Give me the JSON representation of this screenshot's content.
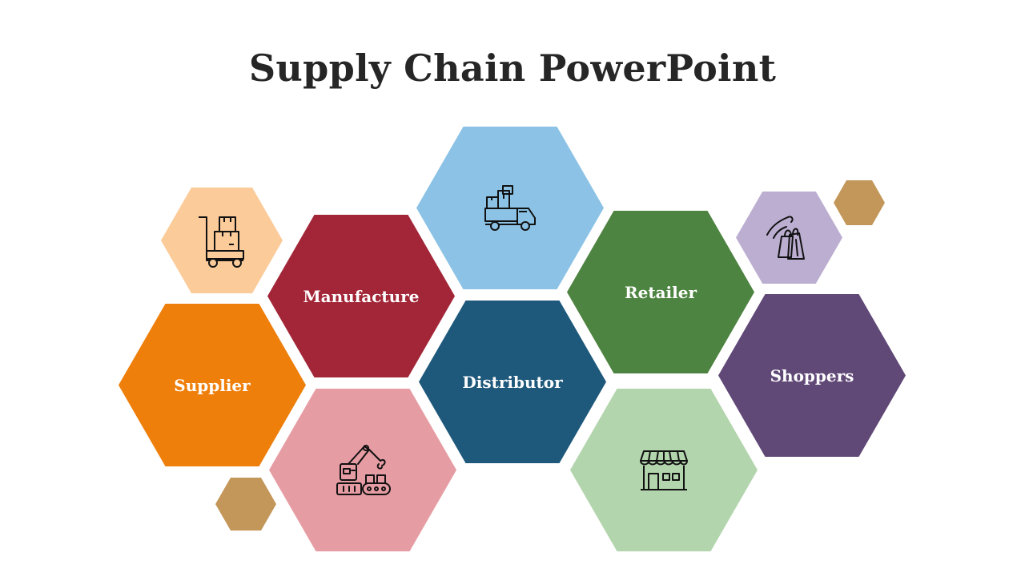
{
  "title": "Supply Chain PowerPoint",
  "hexagons": {
    "supplier": {
      "label": "Supplier",
      "color": "#ef7f0b"
    },
    "manufacture": {
      "label": "Manufacture",
      "color": "#a22637"
    },
    "distributor": {
      "label": "Distributor",
      "color": "#1e587b"
    },
    "retailer": {
      "label": "Retailer",
      "color": "#4e8441"
    },
    "shoppers": {
      "label": "Shoppers",
      "color": "#604877"
    }
  },
  "icon_hexagons": {
    "trolley": {
      "icon": "hand-truck-boxes-icon",
      "color": "#fbcb9a"
    },
    "truck": {
      "icon": "delivery-truck-icon",
      "color": "#8bc2e5"
    },
    "robot": {
      "icon": "robotic-arm-factory-icon",
      "color": "#e69ca3"
    },
    "store": {
      "icon": "storefront-icon",
      "color": "#b3d5ad"
    },
    "shopping": {
      "icon": "shopping-bags-icon",
      "color": "#bcaed1"
    }
  },
  "decorations": {
    "accent_color": "#c39759"
  }
}
